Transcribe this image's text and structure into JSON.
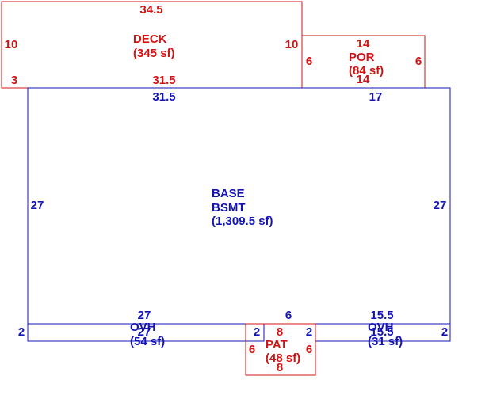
{
  "colors": {
    "red": "#d21414",
    "blue": "#1414b4"
  },
  "areas": {
    "deck": {
      "name": "DECK",
      "area": "(345 sf)",
      "dims": {
        "top": "34.5",
        "left": "10",
        "right": "10",
        "bottom_left": "3",
        "bottom": "31.5"
      }
    },
    "por": {
      "name": "POR",
      "area": "(84 sf)",
      "dims": {
        "top": "14",
        "left": "6",
        "right": "6",
        "bottom": "14"
      }
    },
    "base": {
      "name": "BASE",
      "subname": "BSMT",
      "area": "(1,309.5 sf)",
      "dims": {
        "top_left": "31.5",
        "top_right": "17",
        "left": "27",
        "right": "27",
        "bottom_left": "27",
        "bottom_mid": "6",
        "bottom_right": "15.5"
      }
    },
    "ovh_left": {
      "name": "OVH",
      "area": "(54 sf)",
      "dims": {
        "left": "2",
        "bottom": "27",
        "right": "2"
      }
    },
    "ovh_right": {
      "name": "OVH",
      "area": "(31 sf)",
      "dims": {
        "left": "2",
        "bottom": "15.5",
        "right": "2"
      }
    },
    "pat": {
      "name": "PAT",
      "area": "(48 sf)",
      "dims": {
        "top": "8",
        "left": "6",
        "right": "6",
        "bottom": "8"
      }
    }
  }
}
